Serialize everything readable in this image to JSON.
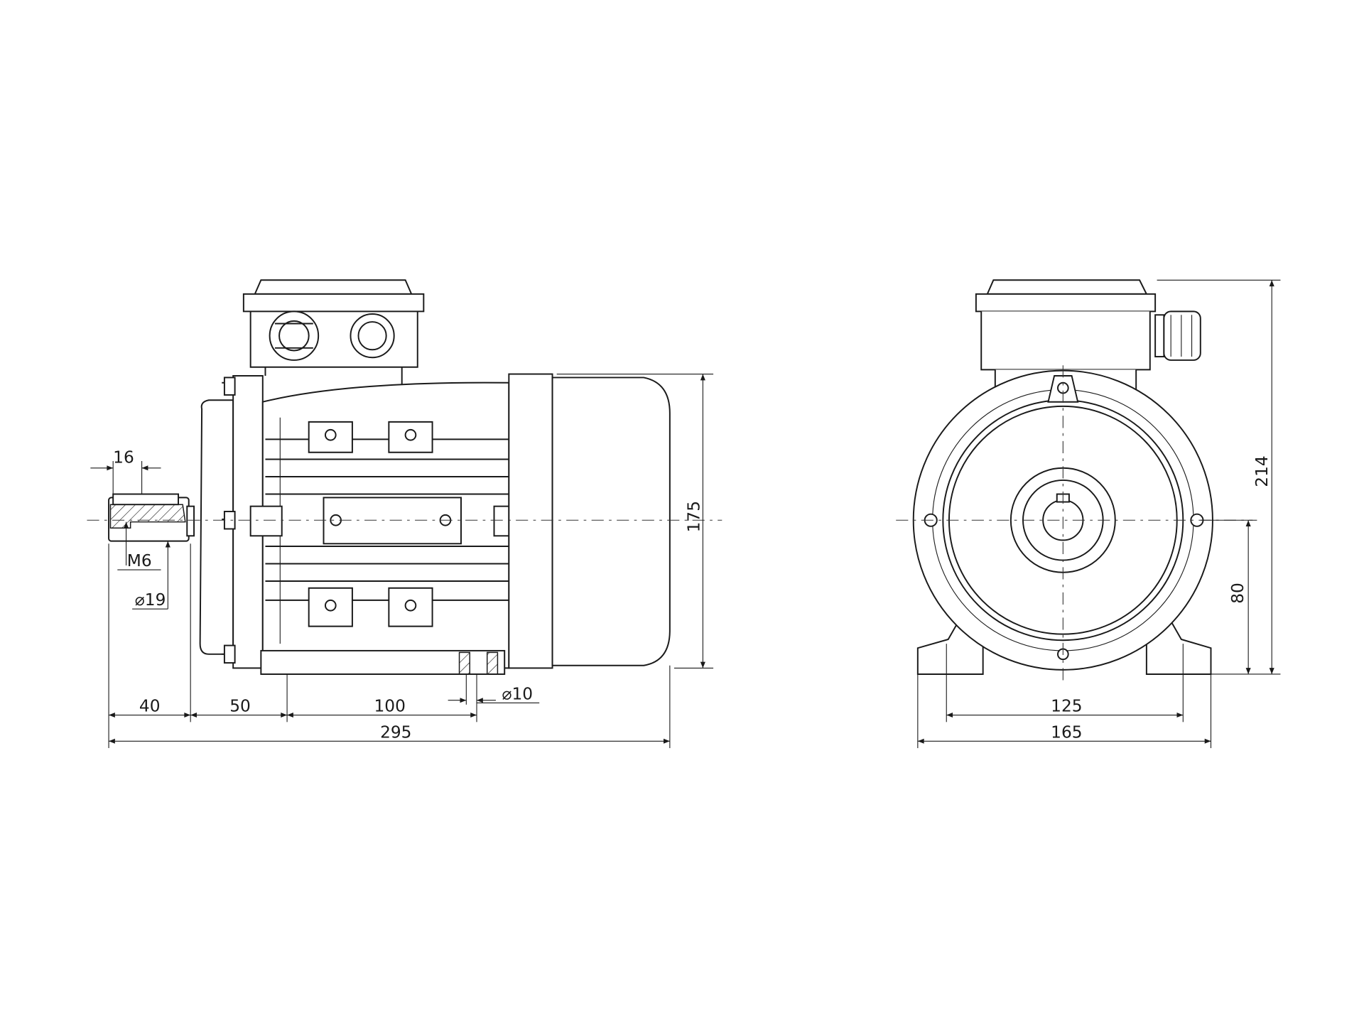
{
  "drawing": {
    "side_view": {
      "dimensions": {
        "key_width": "16",
        "thread": "M6",
        "shaft_diameter": "⌀19",
        "shaft_length": "40",
        "flange_to_foot_hole": "50",
        "foot_hole_spacing": "100",
        "foot_hole_diameter": "⌀10",
        "overall_length": "295",
        "body_height": "175"
      }
    },
    "front_view": {
      "dimensions": {
        "overall_height": "214",
        "shaft_height": "80",
        "foot_hole_spacing": "125",
        "foot_width": "165"
      }
    }
  }
}
